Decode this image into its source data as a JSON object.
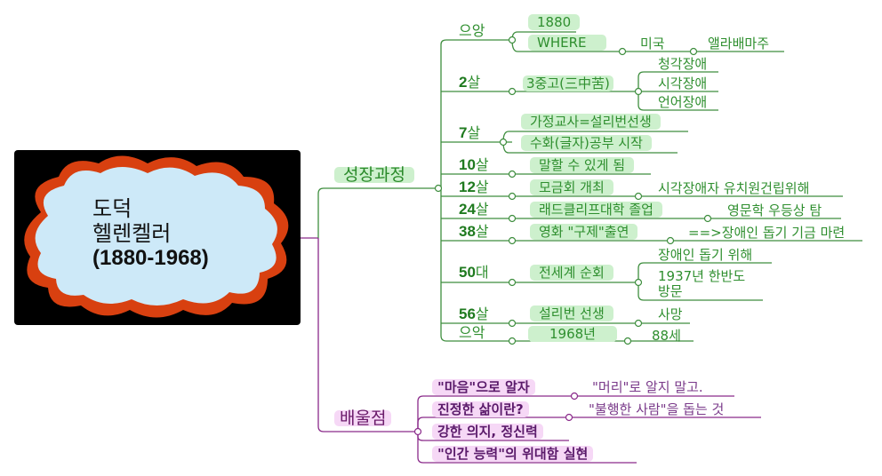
{
  "central": {
    "line1": "도덕",
    "line2": "헬렌켈러",
    "line3": "(1880-1968)",
    "fill": "#cde9f8",
    "border": "#d84010",
    "background": "#000000"
  },
  "colors": {
    "green_line": "#3e8e3e",
    "green_text": "#2f8f2f",
    "green_pill": "#cdf0cd",
    "purple_line": "#8a2a8a",
    "purple_text": "#5a1a6a",
    "pink_pill": "#f6d8f6"
  },
  "growth": {
    "label": "성장과정",
    "items": [
      {
        "age": "으앙",
        "children": [
          {
            "text": "1880"
          },
          {
            "text": "WHERE",
            "sub": [
              "미국",
              "앨라배마주"
            ]
          }
        ]
      },
      {
        "age_num": "2",
        "age_unit": "살",
        "text": "3중고(三中苦)",
        "sub": [
          "청각장애",
          "시각장애",
          "언어장애"
        ]
      },
      {
        "age_num": "7",
        "age_unit": "살",
        "children": [
          {
            "text": "가정교사=설리번선생"
          },
          {
            "text": "수화(글자)공부 시작"
          }
        ]
      },
      {
        "age_num": "10",
        "age_unit": "살",
        "text": "말할 수 있게 됨"
      },
      {
        "age_num": "12",
        "age_unit": "살",
        "text": "모금회 개최",
        "sub": [
          "시각장애자 유치원건립위해"
        ]
      },
      {
        "age_num": "24",
        "age_unit": "살",
        "text": "래드클리프대학 졸업",
        "sub": [
          "영문학 우등상 탐"
        ]
      },
      {
        "age_num": "38",
        "age_unit": "살",
        "text": "영화 \"구제\"출연",
        "sub": [
          "==>장애인 돕기 기금 마련"
        ]
      },
      {
        "age_num": "50",
        "age_unit": "대",
        "text": "전세계 순회",
        "sub": [
          "장애인 돕기 위해",
          "1937년 한반도",
          "방문"
        ]
      },
      {
        "age_num": "56",
        "age_unit": "살",
        "text": "설리번 선생",
        "sub": [
          "사망"
        ]
      },
      {
        "age": "으악",
        "text": "1968년",
        "sub": [
          "88세"
        ]
      }
    ]
  },
  "lessons": {
    "label": "배울점",
    "items": [
      {
        "text": "\"마음\"으로 알자",
        "sub": "\"머리\"로 알지 말고."
      },
      {
        "text": "진정한 삶이란?",
        "sub": "\"불행한 사람\"을 돕는 것"
      },
      {
        "text": "강한 의지, 정신력"
      },
      {
        "text": "\"인간 능력\"의 위대함 실현"
      }
    ]
  }
}
